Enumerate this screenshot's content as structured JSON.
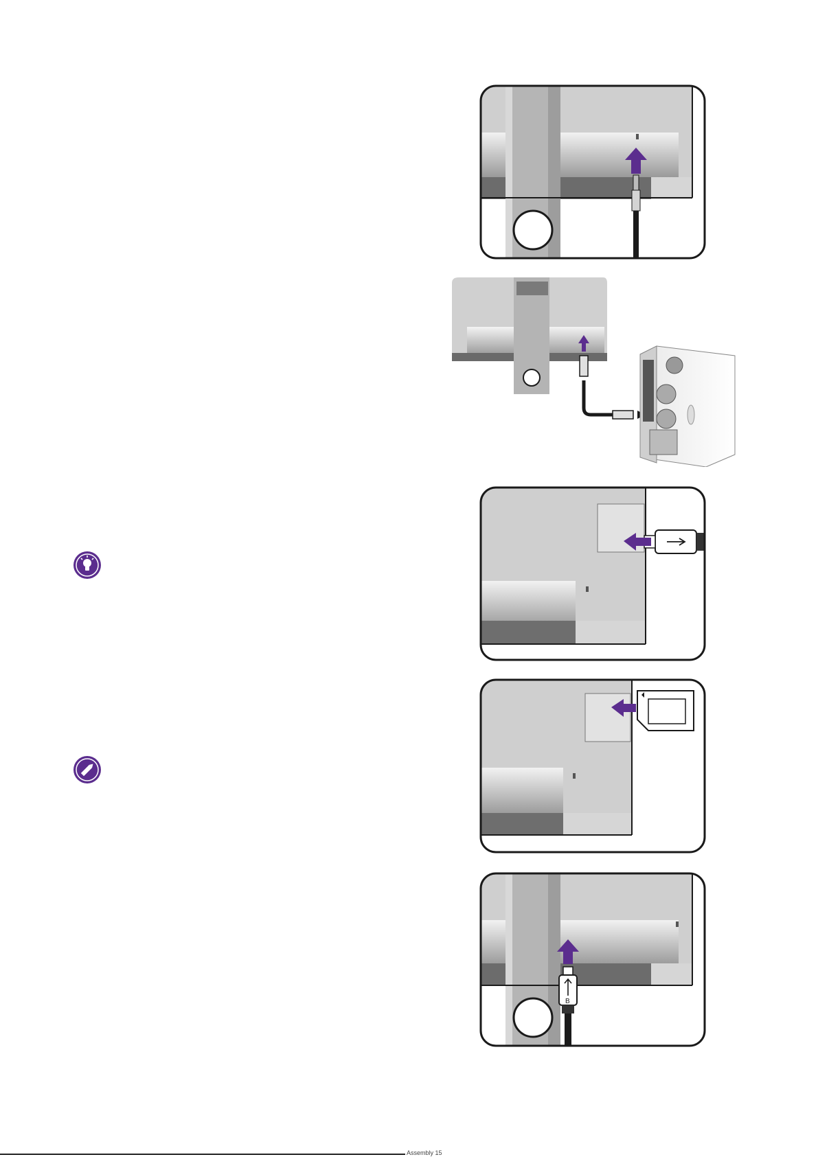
{
  "page": {
    "footer_text": "Assembly 15"
  },
  "illustrations": [
    {
      "id": "audio-jack",
      "arrow": "up"
    },
    {
      "id": "usb-upstream-to-pc",
      "arrow": "up"
    },
    {
      "id": "usb-downstream-device",
      "arrow": "left"
    },
    {
      "id": "sd-card",
      "arrow": "left"
    },
    {
      "id": "usb-b-upstream",
      "arrow": "up",
      "connector_label": "B"
    }
  ],
  "hints": [
    {
      "icon": "lightbulb-icon",
      "color": "#5b2d8e"
    },
    {
      "icon": "pencil-icon",
      "color": "#5b2d8e"
    }
  ],
  "colors": {
    "accent": "#5b2d8e",
    "outline": "#1a1a1a",
    "monitor_gray": "#c9c9c9"
  }
}
